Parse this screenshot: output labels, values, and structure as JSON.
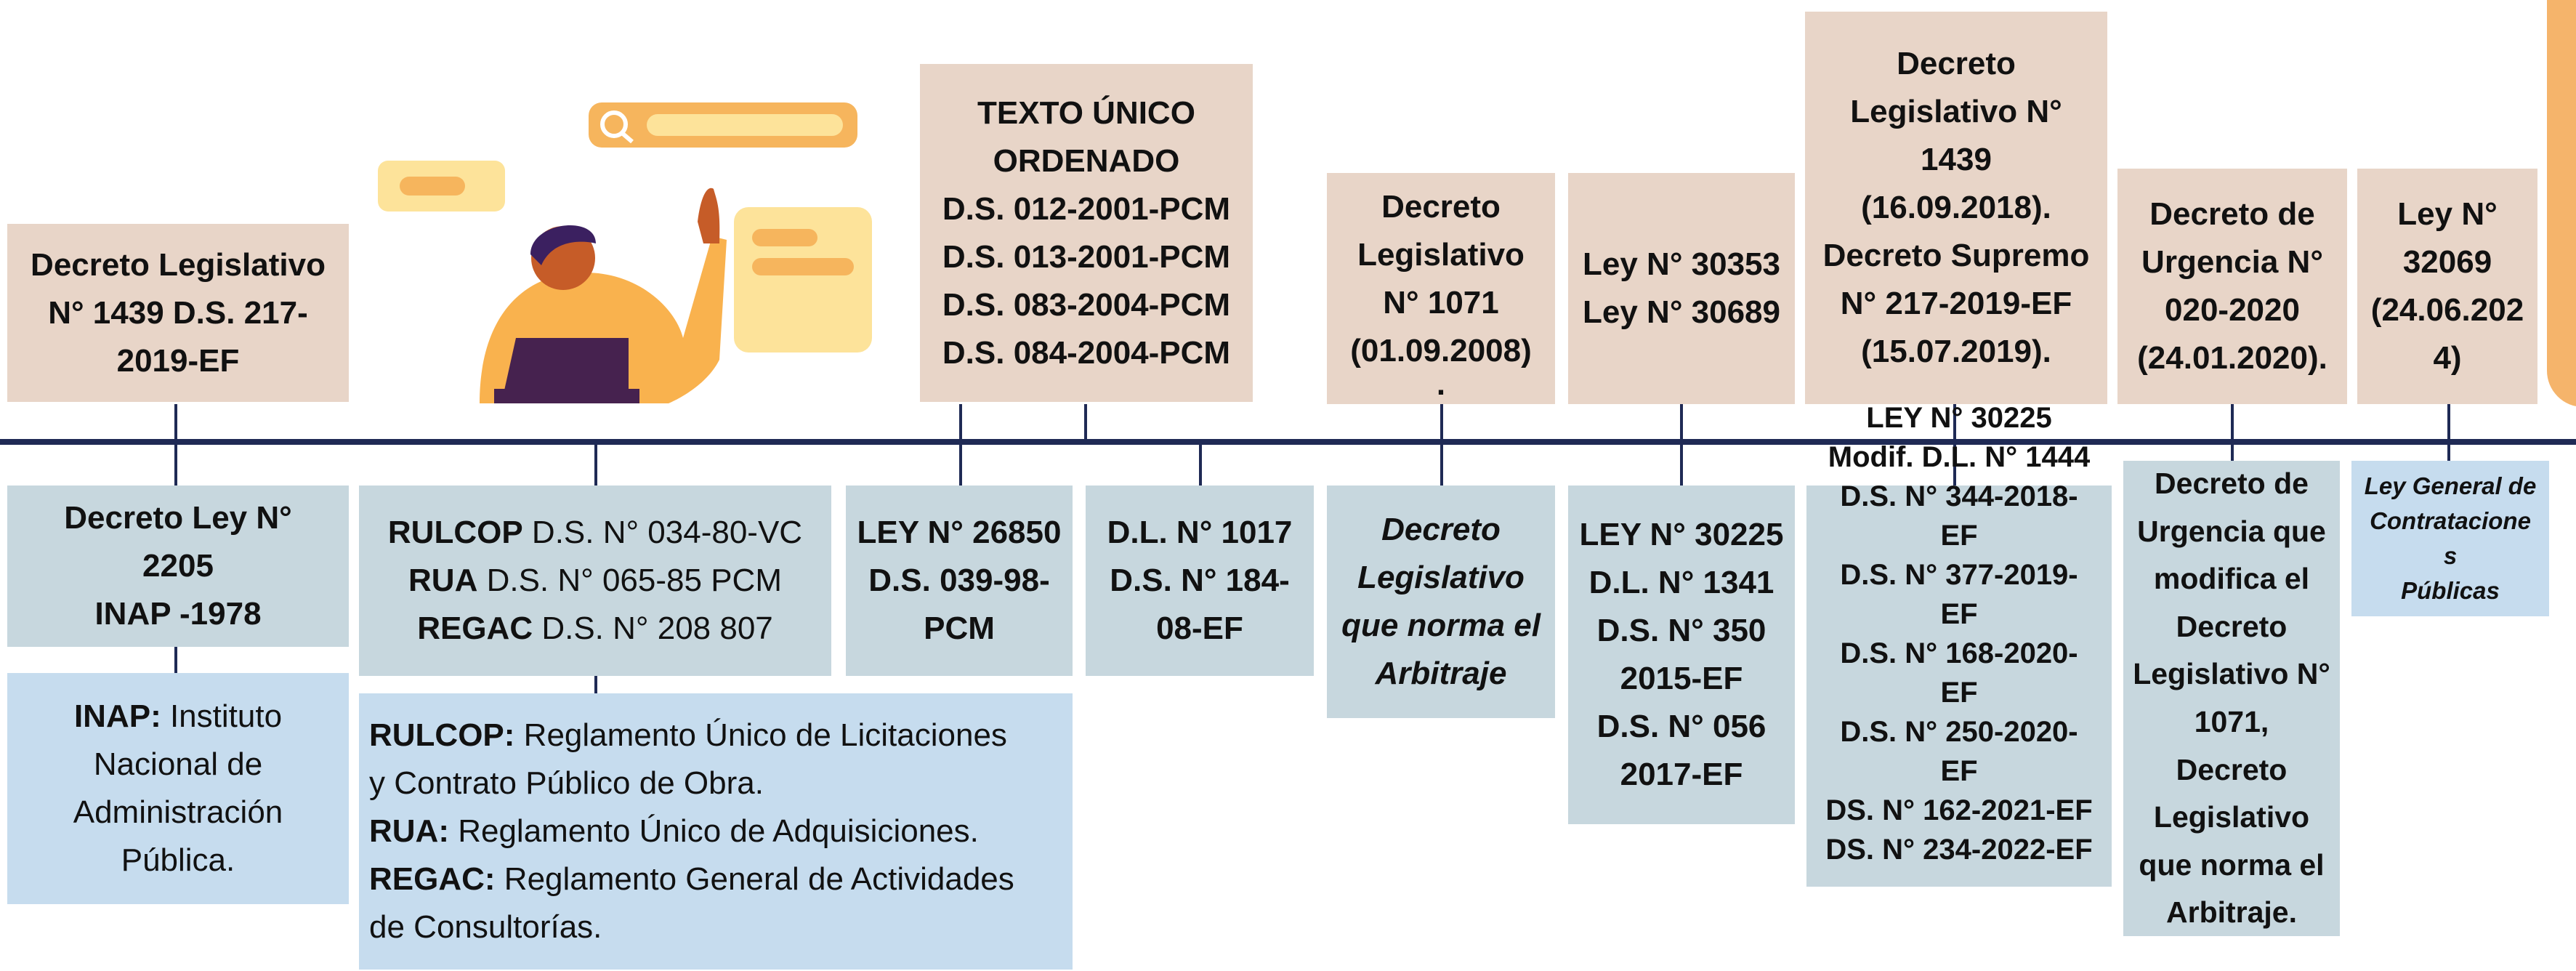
{
  "top": {
    "dleg1439": [
      "Decreto Legislativo",
      "N° 1439 D.S. 217-",
      "2019-EF"
    ],
    "tuo": [
      "TEXTO ÚNICO",
      "ORDENADO",
      "D.S. 012-2001-PCM",
      "D.S. 013-2001-PCM",
      "D.S. 083-2004-PCM",
      "D.S. 084-2004-PCM"
    ],
    "dleg1071": [
      "Decreto",
      "Legislativo",
      "N° 1071",
      "(01.09.2008)",
      "."
    ],
    "leyes": [
      "Ley N° 30353",
      "Ley N° 30689"
    ],
    "dleg1439b": [
      "Decreto",
      "Legislativo N°",
      "1439",
      "(16.09.2018).",
      "Decreto Supremo",
      "N° 217-2019-EF",
      "(15.07.2019)."
    ],
    "du020": [
      "Decreto de",
      "Urgencia N°",
      "020-2020",
      "(24.01.2020)."
    ],
    "ley32069": [
      "Ley N°",
      "32069",
      "(24.06.202",
      "4)"
    ]
  },
  "bottom": {
    "dl2205": [
      "Decreto Ley N°",
      "2205",
      "INAP -1978"
    ],
    "inap": {
      "bold": "INAP:",
      "rest": [
        " Instituto",
        "Nacional de",
        "Administración",
        "Pública."
      ]
    },
    "rulcop": [
      {
        "bold": "RULCOP",
        "rest": " D.S. N° 034-80-VC"
      },
      {
        "bold": "RUA",
        "rest": " D.S. N° 065-85 PCM"
      },
      {
        "bold": "REGAC",
        "rest": " D.S. N° 208 807"
      }
    ],
    "defs": [
      {
        "bold": "RULCOP:",
        "rest": " Reglamento Único de Licitaciones"
      },
      {
        "bold": "",
        "rest": "y Contrato Público de Obra."
      },
      {
        "bold": "RUA:",
        "rest": " Reglamento Único de Adquisiciones."
      },
      {
        "bold": "REGAC:",
        "rest": " Reglamento General de Actividades"
      },
      {
        "bold": "",
        "rest": "de Consultorías."
      }
    ],
    "ley26850": [
      "LEY N° 26850",
      "D.S. 039-98-",
      "PCM"
    ],
    "dl1017": [
      "D.L. N° 1017",
      "D.S. N° 184-",
      "08-EF"
    ],
    "arbitraje": [
      "Decreto",
      "Legislativo",
      "que norma el",
      "Arbitraje"
    ],
    "ley30225": [
      "LEY N° 30225",
      "D.L. N° 1341",
      "D.S. N° 350",
      "2015-EF",
      "D.S. N° 056",
      "2017-EF"
    ],
    "mods": [
      "LEY N° 30225",
      "Modif. D.L. N° 1444",
      "D.S. N° 344-2018-",
      "EF",
      "D.S. N° 377-2019-",
      "EF",
      "D.S. N° 168-2020-",
      "EF",
      "D.S. N° 250-2020-",
      "EF",
      "DS. N° 162-2021-EF",
      "DS. N° 234-2022-EF"
    ],
    "du_mod": [
      "Decreto de",
      "Urgencia que",
      "modifica el",
      "Decreto",
      "Legislativo N°",
      "1071,",
      "Decreto",
      "Legislativo",
      "que norma el",
      "Arbitraje."
    ],
    "ley_general": [
      "Ley General de",
      "Contratacione",
      "s",
      "Públicas"
    ]
  }
}
